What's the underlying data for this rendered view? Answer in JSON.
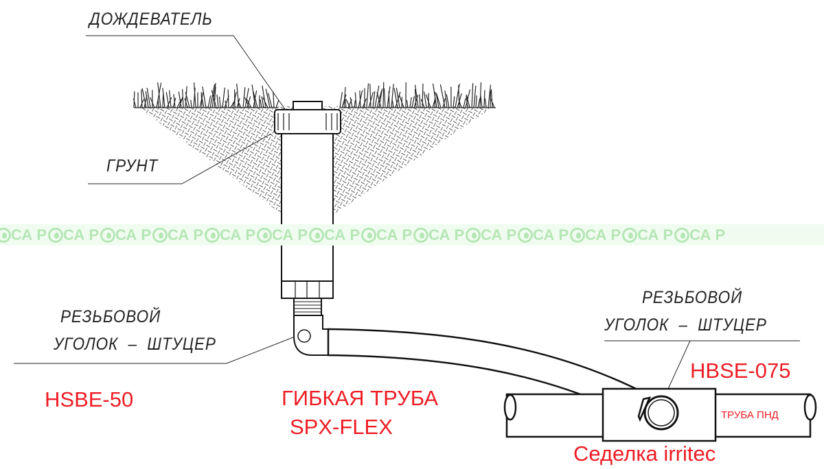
{
  "labels": {
    "sprinkler": "ДОЖДЕВАТЕЛЬ",
    "soil": "ГРУНТ",
    "left_fitting_line1": "РЕЗЬБОВОЙ",
    "left_fitting_line2": "УГОЛОК  –  ШТУЦЕР",
    "right_fitting_line1": "РЕЗЬБОВОЙ",
    "right_fitting_line2": "УГОЛОК  –  ШТУЦЕР"
  },
  "parts": {
    "left_fitting_model": "HSBE-50",
    "flex_pipe_line1": "ГИБКАЯ ТРУБА",
    "flex_pipe_line2": "SPX-FLEX",
    "right_fitting_model": "HBSE-075",
    "main_pipe": "ТРУБА ПНД",
    "saddle": "Седелка irritec"
  },
  "watermark": {
    "text": "РОСА"
  },
  "colors": {
    "accent_red": "#ee1c24",
    "watermark_green": "#b5e6b5"
  }
}
